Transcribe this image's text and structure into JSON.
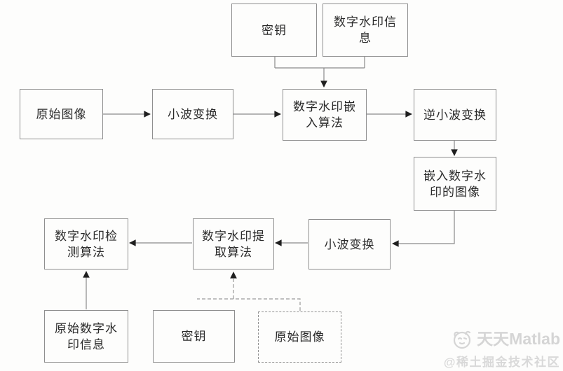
{
  "diagram": {
    "title_hint": "wavelet-based digital watermark embedding and extraction flowchart",
    "nodes": {
      "key_top": {
        "label": "密钥"
      },
      "watermark_info": {
        "label": "数字水印信息"
      },
      "original_image_top": {
        "label": "原始图像"
      },
      "wavelet_transform_top": {
        "label": "小波变换"
      },
      "embed_algorithm": {
        "label": "数字水印嵌入算法"
      },
      "inverse_wavelet": {
        "label": "逆小波变换"
      },
      "embedded_image": {
        "label": "嵌入数字水印的图像"
      },
      "wavelet_transform_bottom": {
        "label": "小波变换"
      },
      "extract_algorithm": {
        "label": "数字水印提取算法"
      },
      "detect_algorithm": {
        "label": "数字水印检测算法"
      },
      "original_watermark_info": {
        "label": "原始数字水印信息"
      },
      "key_bottom": {
        "label": "密钥"
      },
      "original_image_bottom": {
        "label": "原始图像",
        "border": "dashed"
      }
    },
    "edges": [
      {
        "from": "key_top",
        "to": "embed_algorithm",
        "style": "solid"
      },
      {
        "from": "watermark_info",
        "to": "embed_algorithm",
        "style": "solid"
      },
      {
        "from": "original_image_top",
        "to": "wavelet_transform_top",
        "style": "solid"
      },
      {
        "from": "wavelet_transform_top",
        "to": "embed_algorithm",
        "style": "solid"
      },
      {
        "from": "embed_algorithm",
        "to": "inverse_wavelet",
        "style": "solid"
      },
      {
        "from": "inverse_wavelet",
        "to": "embedded_image",
        "style": "solid"
      },
      {
        "from": "embedded_image",
        "to": "wavelet_transform_bottom",
        "style": "solid"
      },
      {
        "from": "wavelet_transform_bottom",
        "to": "extract_algorithm",
        "style": "solid"
      },
      {
        "from": "extract_algorithm",
        "to": "detect_algorithm",
        "style": "solid"
      },
      {
        "from": "original_watermark_info",
        "to": "detect_algorithm",
        "style": "solid"
      },
      {
        "from": "original_image_bottom",
        "to": "extract_algorithm",
        "style": "dashed"
      }
    ],
    "colors": {
      "line": "#8a8a8a",
      "arrowhead": "#1f1f1f",
      "box_border": "#8f8f8f",
      "text": "#2a2a2a",
      "background": "#fdfdfc"
    }
  },
  "watermark": {
    "brand": "天天Matlab",
    "community": "@稀土掘金技术社区",
    "logo_icon": "cat-face-logo",
    "color": "#d7d7d7"
  }
}
